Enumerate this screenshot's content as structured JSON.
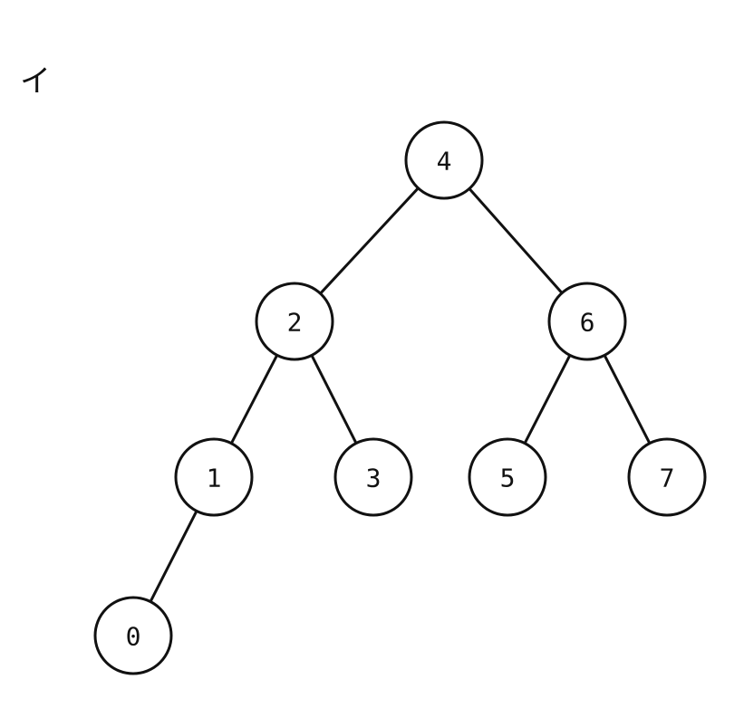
{
  "corner_label": "イ",
  "tree": {
    "nodes": [
      {
        "id": "n4",
        "label": "4"
      },
      {
        "id": "n2",
        "label": "2"
      },
      {
        "id": "n6",
        "label": "6"
      },
      {
        "id": "n1",
        "label": "1"
      },
      {
        "id": "n3",
        "label": "3"
      },
      {
        "id": "n5",
        "label": "5"
      },
      {
        "id": "n7",
        "label": "7"
      },
      {
        "id": "n0",
        "label": "0"
      }
    ],
    "edges": [
      {
        "from": "n4",
        "to": "n2"
      },
      {
        "from": "n4",
        "to": "n6"
      },
      {
        "from": "n2",
        "to": "n1"
      },
      {
        "from": "n2",
        "to": "n3"
      },
      {
        "from": "n6",
        "to": "n5"
      },
      {
        "from": "n6",
        "to": "n7"
      },
      {
        "from": "n1",
        "to": "n0"
      }
    ]
  }
}
